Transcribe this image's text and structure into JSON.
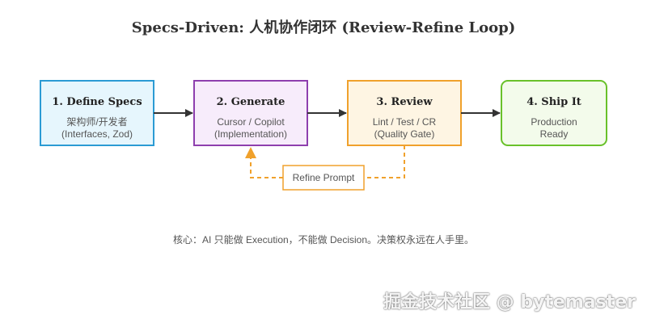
{
  "title": "Specs-Driven: 人机协作闭环 (Review-Refine Loop)",
  "nodes": [
    {
      "title": "1. Define Specs",
      "line1": "架构师/开发者",
      "line2": "(Interfaces, Zod)",
      "fill": "#e6f6fd",
      "stroke": "#2b9bd4"
    },
    {
      "title": "2. Generate",
      "line1": "Cursor / Copilot",
      "line2": "(Implementation)",
      "fill": "#f7ecfb",
      "stroke": "#8e3fae"
    },
    {
      "title": "3. Review",
      "line1": "Lint / Test / CR",
      "line2": "(Quality Gate)",
      "fill": "#fef5e3",
      "stroke": "#f0a12c"
    },
    {
      "title": "4. Ship It",
      "line1": "Production",
      "line2": "Ready",
      "fill": "#f3fbeb",
      "stroke": "#69c12a"
    }
  ],
  "refine": {
    "label": "Refine Prompt",
    "color": "#f0a12c"
  },
  "arrow_color": "#333333",
  "footnote": "核心：AI 只能做 Execution，不能做 Decision。决策权永远在人手里。",
  "watermark": "掘金技术社区 @ bytemaster"
}
